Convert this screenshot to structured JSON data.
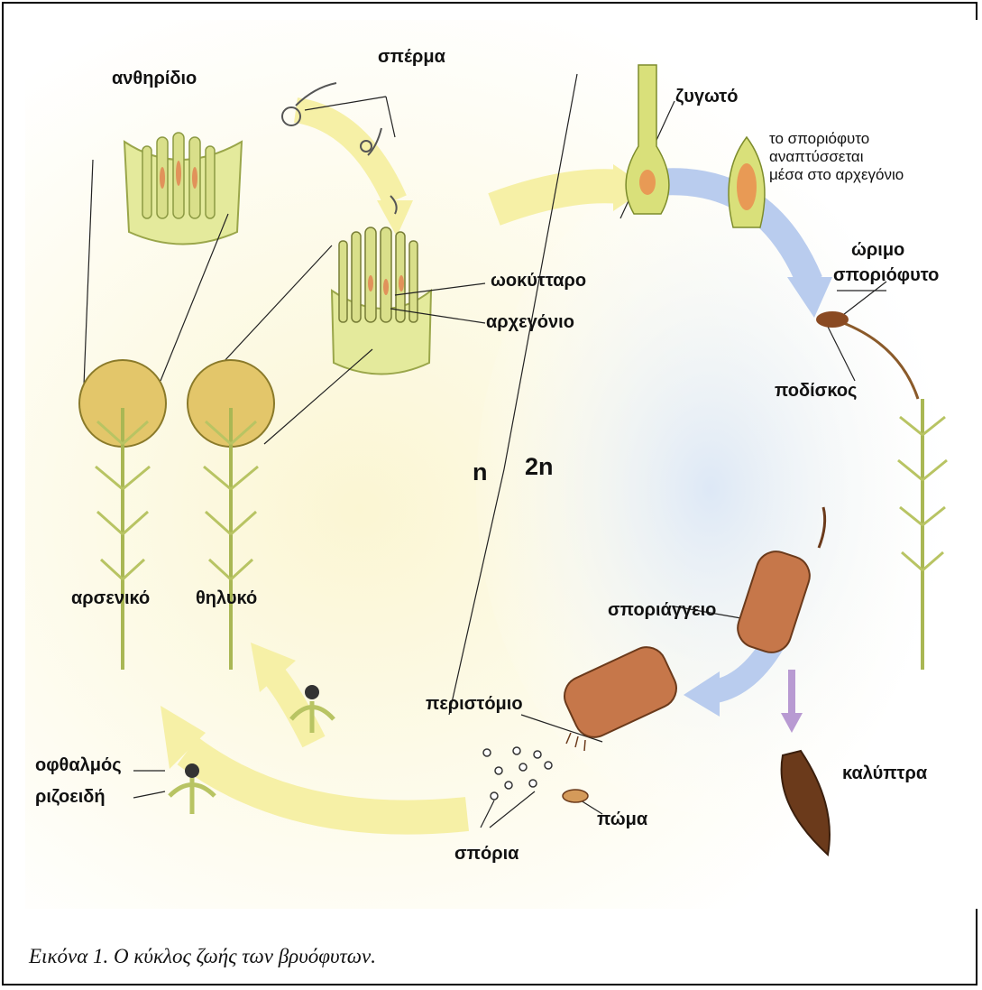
{
  "labels": {
    "antheridio": "ανθηρίδιο",
    "sperma": "σπέρμα",
    "zygoto": "ζυγωτό",
    "sporofyto_note_1": "το σποριόφυτο",
    "sporofyto_note_2": "αναπτύσσεται",
    "sporofyto_note_3": "μέσα στο αρχεγόνιο",
    "orimo": "ώριμο",
    "sporofyto": "σποριόφυτο",
    "wokyttaro": "ωοκύτταρο",
    "archegonio": "αρχεγόνιο",
    "podiskos": "ποδίσκος",
    "n": "n",
    "two_n": "2n",
    "arseniko": "αρσενικό",
    "thilyko": "θηλυκό",
    "sporaggeio": "σποριάγγειο",
    "peristomio": "περιστόμιο",
    "kaluptra": "καλύπτρα",
    "ofthalmos": "οφθαλμός",
    "rizoeidi": "ριζοειδή",
    "poma": "πώμα",
    "sporia": "σπόρια"
  },
  "caption": "Εικόνα 1. Ο κύκλος ζωής των βρυόφυτων.",
  "colors": {
    "haploid_arrow": "#f6f0a6",
    "diploid_arrow": "#b9ccee",
    "capsule": "#c6774a",
    "plant_green": "#c9d67a",
    "circle_fill": "#e3c66a"
  }
}
